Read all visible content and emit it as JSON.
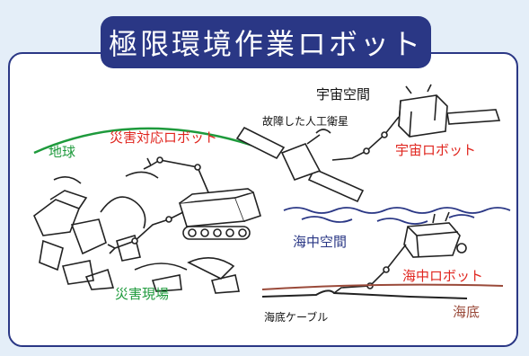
{
  "title": "極限環境作業ロボット",
  "labels": {
    "earth": "地球",
    "disaster_robot": "災害対応ロボット",
    "disaster_site": "災害現場",
    "space": "宇宙空間",
    "broken_satellite": "故障した人工衛星",
    "space_robot": "宇宙ロボット",
    "ocean_space": "海中空間",
    "ocean_robot": "海中ロボット",
    "seabed": "海底",
    "seabed_cable": "海底ケーブル"
  },
  "colors": {
    "navy": "#2a3785",
    "red": "#e0261f",
    "green": "#1e9a3c",
    "seabed_brown": "#9a4a3a",
    "background": "#e4eef8"
  }
}
